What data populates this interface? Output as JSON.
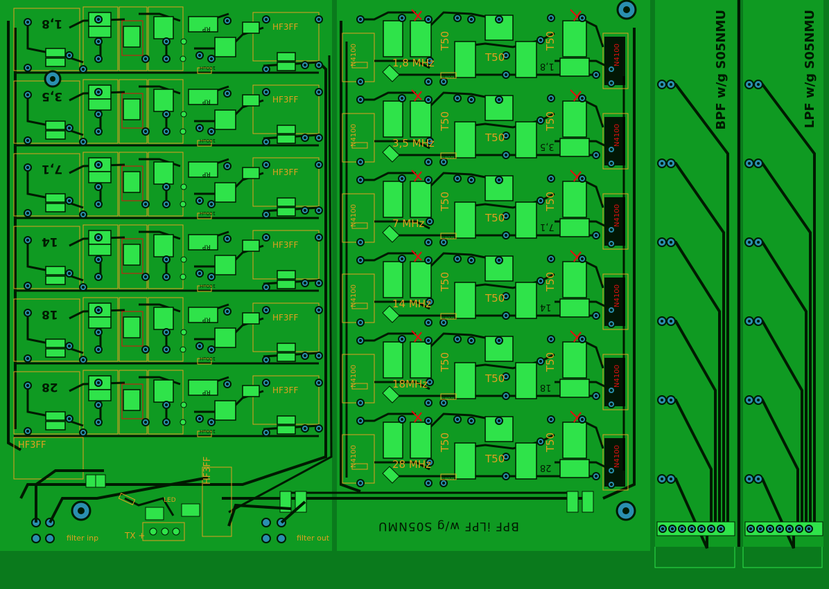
{
  "colors": {
    "board": "#0a7a1c",
    "copper": "#0f9a22",
    "trace": "#001a00",
    "pad": "#2fe34a",
    "via": "#2a8fb0",
    "silk": "#e0a020",
    "redmark": "#e01010",
    "white": "#f0f0f0"
  },
  "lpf": {
    "bands": [
      "1,8",
      "3,5",
      "7,1",
      "14",
      "18",
      "28"
    ],
    "relay_label": "HF3FF",
    "coil_label": "100uH",
    "cap_label": "RP"
  },
  "bpf": {
    "bands": [
      "1,8 MHz",
      "3,5 MHz",
      "7 MHz",
      "14 MHz",
      "18MHz",
      "28 MHz"
    ],
    "right_bands": [
      "1,8",
      "3,5",
      "7,1",
      "14",
      "18",
      "28"
    ],
    "core_label": "T50",
    "diode_label": "N4100",
    "coil_label": "100uH"
  },
  "bottom": {
    "relay_label": "HF3FF",
    "filter_inp": "filter inp",
    "tx_plus": "TX +",
    "led_label": "LED",
    "filter_out": "filter out",
    "board_title": "BPF iLPF w/g S05NMU"
  },
  "connectors": {
    "bpf_title": "BPF w/g S05NMU",
    "lpf_title": "LPF w/g S05NMU"
  }
}
